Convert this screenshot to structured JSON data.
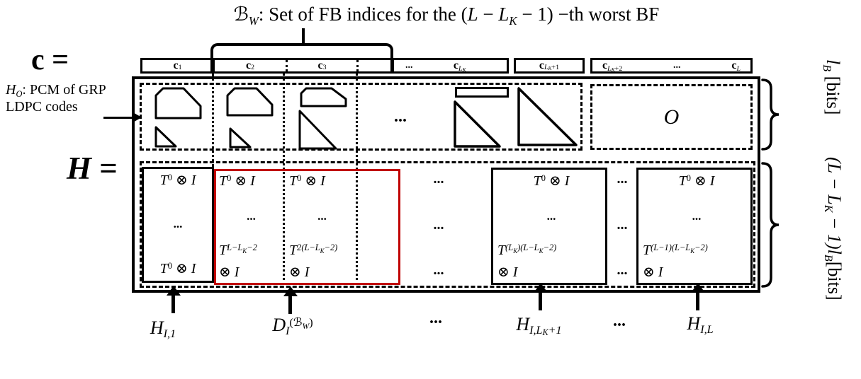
{
  "colors": {
    "ink": "#000000",
    "highlight_red": "#c00000",
    "background": "#ffffff"
  },
  "title": {
    "parts": [
      {
        "t": "ℬ"
      },
      {
        "t": "W",
        "s": "sub i"
      },
      {
        "t": ": Set of FB indices for the ("
      },
      {
        "t": "L",
        "s": "i"
      },
      {
        "t": " − "
      },
      {
        "t": "L",
        "s": "i"
      },
      {
        "t": "K",
        "s": "sub i"
      },
      {
        "t": " − 1) −th worst BF"
      }
    ]
  },
  "equations": {
    "c_eq": [
      {
        "t": "c",
        "s": "b"
      },
      {
        "t": " =",
        "s": "b"
      }
    ],
    "h_eq": [
      {
        "t": "H",
        "s": "bi"
      },
      {
        "t": " =",
        "s": "b"
      }
    ],
    "ho_label": [
      {
        "t": "H",
        "s": "i"
      },
      {
        "t": "O",
        "s": "sub i"
      },
      {
        "t": ": PCM of GRP LDPC codes"
      }
    ]
  },
  "dots": [
    {
      "t": "...",
      "s": "b"
    }
  ],
  "codeword_row": {
    "c1": [
      {
        "t": "c",
        "s": "b"
      },
      {
        "t": "1",
        "s": "sub"
      }
    ],
    "c2": [
      {
        "t": "c",
        "s": "b"
      },
      {
        "t": "2",
        "s": "sub"
      }
    ],
    "c3": [
      {
        "t": "c",
        "s": "b"
      },
      {
        "t": "3",
        "s": "sub"
      }
    ],
    "cLK": [
      {
        "t": "c",
        "s": "b"
      },
      {
        "t": "L",
        "s": "sub i"
      },
      {
        "t": "K",
        "s": "sub2 i"
      }
    ],
    "cLK_plus1": [
      {
        "t": "c",
        "s": "b"
      },
      {
        "t": "L",
        "s": "sub i"
      },
      {
        "t": "K",
        "s": "sub2 i"
      },
      {
        "t": "+1",
        "s": "sub"
      }
    ],
    "cLK_plus2": [
      {
        "t": "c",
        "s": "b"
      },
      {
        "t": "L",
        "s": "sub i"
      },
      {
        "t": "K",
        "s": "sub2 i"
      },
      {
        "t": "+2",
        "s": "sub"
      }
    ],
    "cL": [
      {
        "t": "c",
        "s": "b"
      },
      {
        "t": "L",
        "s": "sub i"
      }
    ]
  },
  "pcm_top": {
    "o_label": [
      {
        "t": "O",
        "s": "i"
      }
    ]
  },
  "pcm_bottom": {
    "t0": [
      {
        "t": "T",
        "s": "i"
      },
      {
        "t": "0",
        "s": "sup"
      },
      {
        "t": " ⊗ "
      },
      {
        "t": "I",
        "s": "i"
      }
    ],
    "otimes_i": [
      {
        "t": "⊗ "
      },
      {
        "t": "I",
        "s": "i"
      }
    ],
    "col2_exp": [
      {
        "t": "T",
        "s": "i"
      },
      {
        "t": "L−L",
        "s": "sup i"
      },
      {
        "t": "K",
        "s": "supsub i"
      },
      {
        "t": "−2",
        "s": "sup i"
      }
    ],
    "col3_exp": [
      {
        "t": "T",
        "s": "i"
      },
      {
        "t": "2(L−L",
        "s": "sup i"
      },
      {
        "t": "K",
        "s": "supsub i"
      },
      {
        "t": "−2)",
        "s": "sup i"
      }
    ],
    "col4_exp": [
      {
        "t": "T",
        "s": "i"
      },
      {
        "t": "(L",
        "s": "sup i"
      },
      {
        "t": "K",
        "s": "supsub i"
      },
      {
        "t": ")(L−L",
        "s": "sup i"
      },
      {
        "t": "K",
        "s": "supsub i"
      },
      {
        "t": "−2)",
        "s": "sup i"
      }
    ],
    "col5_exp": [
      {
        "t": "T",
        "s": "i"
      },
      {
        "t": "(L−1)(L−L",
        "s": "sup i"
      },
      {
        "t": "K",
        "s": "supsub i"
      },
      {
        "t": "−2)",
        "s": "sup i"
      }
    ]
  },
  "pointer_labels": {
    "h_i1": [
      {
        "t": "H",
        "s": "i"
      },
      {
        "t": "I,1",
        "s": "sub i"
      }
    ],
    "d_i": [
      {
        "t": "D",
        "s": "i"
      },
      {
        "t": "I",
        "s": "sub i"
      },
      {
        "t": "(ℬ",
        "s": "sup"
      },
      {
        "t": "W",
        "s": "supsub i"
      },
      {
        "t": ")",
        "s": "sup"
      }
    ],
    "h_ilk1": [
      {
        "t": "H",
        "s": "i"
      },
      {
        "t": "I,L",
        "s": "sub i"
      },
      {
        "t": "K",
        "s": "sub2 i"
      },
      {
        "t": "+1",
        "s": "sub i"
      }
    ],
    "h_il": [
      {
        "t": "H",
        "s": "i"
      },
      {
        "t": "I,L",
        "s": "sub i"
      }
    ]
  },
  "side_labels": {
    "top": [
      {
        "t": "l",
        "s": "i"
      },
      {
        "t": "B",
        "s": "sub i"
      },
      {
        "t": " [bits]"
      }
    ],
    "bottom": [
      {
        "t": "(",
        "s": "i"
      },
      {
        "t": "L",
        "s": "i"
      },
      {
        "t": " − ",
        "s": "i"
      },
      {
        "t": "L",
        "s": "i"
      },
      {
        "t": "K",
        "s": "sub i"
      },
      {
        "t": " − 1)",
        "s": "i"
      },
      {
        "t": "l",
        "s": "i"
      },
      {
        "t": "B",
        "s": "sub i"
      },
      {
        "t": "[bits]"
      }
    ]
  }
}
